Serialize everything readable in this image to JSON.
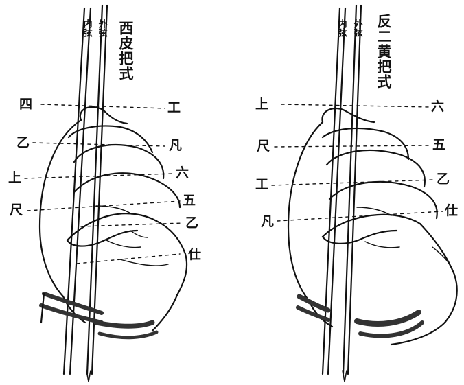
{
  "left_figure": {
    "title": "西皮把式",
    "string_labels": [
      "内弦",
      "外弦"
    ],
    "left_notes": [
      "四",
      "乙",
      "上",
      "尺"
    ],
    "right_notes": [
      "工",
      "凡",
      "六",
      "五",
      "乙",
      "仕"
    ]
  },
  "right_figure": {
    "title": "反二黄把式",
    "string_labels": [
      "内弦",
      "外弦"
    ],
    "left_notes": [
      "上",
      "尺",
      "工",
      "凡"
    ],
    "right_notes": [
      "六",
      "五",
      "乙",
      "仕"
    ]
  }
}
